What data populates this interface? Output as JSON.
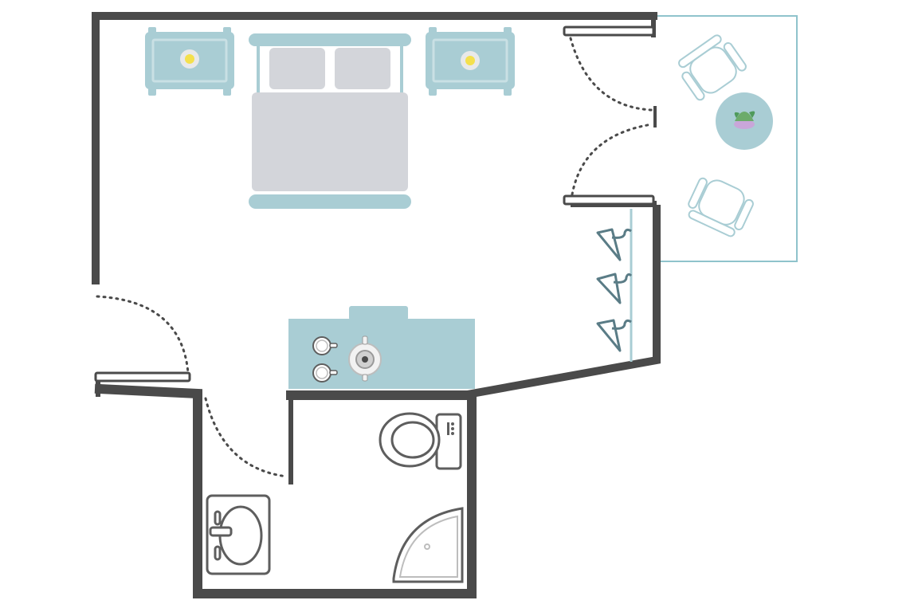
{
  "floor_plan": {
    "colors": {
      "wall": "#4a4a4a",
      "furniture": "#a9cdd4",
      "furniture_light": "#c9e0e4",
      "furniture_stroke": "#8fc3cc",
      "bed": "#d3d5da",
      "line_art": "#5e5e5e",
      "accent_light": "#f4e04d",
      "plant_leaf": "#6cab6b",
      "plant_pot": "#c9a6d9",
      "hanger": "#5a7c86",
      "background": "#ffffff"
    },
    "rooms": [
      "bedroom",
      "balcony",
      "bathroom"
    ],
    "furniture": {
      "bedroom": [
        "double-bed",
        "nightstand-left",
        "nightstand-right",
        "tea-counter",
        "wardrobe-rail"
      ],
      "balcony": [
        "chair-upper",
        "chair-lower",
        "round-table",
        "potted-plant"
      ],
      "bathroom": [
        "toilet",
        "sink",
        "corner-shower"
      ]
    },
    "icons": {
      "lamp": "lamp-icon",
      "kettle": "kettle-icon",
      "cup": "cup-icon",
      "hanger": "hanger-icon",
      "plant": "plant-icon"
    },
    "counts": {
      "hangers": 3,
      "cups": 2,
      "chairs": 2,
      "pillows": 2,
      "lamps": 2
    }
  }
}
